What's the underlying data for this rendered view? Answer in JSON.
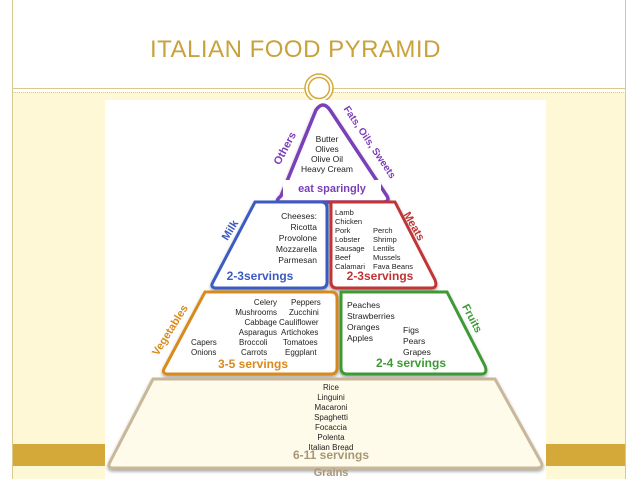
{
  "slide": {
    "title": "ITALIAN FOOD PYRAMID"
  },
  "pyramid": {
    "top": {
      "side_left": "Others",
      "side_right": "Fats, Oils, Sweets",
      "items": [
        "Butter",
        "Olives",
        "Olive Oil",
        "Heavy Cream"
      ],
      "footer": "eat sparingly"
    },
    "milk": {
      "side": "Milk",
      "items": [
        "Cheeses:",
        "Ricotta",
        "Provolone",
        "Mozzarella",
        "Parmesan"
      ],
      "servings": "2-3servings"
    },
    "meats": {
      "side": "Meats",
      "items_left": [
        "Lamb",
        "Chicken",
        "Pork",
        "Lobster",
        "Sausage",
        "Beef",
        "Calamari"
      ],
      "items_right": [
        "Perch",
        "Shrimp",
        "Lentils",
        "Mussels",
        "Fava Beans"
      ],
      "servings": "2-3servings"
    },
    "vegetables": {
      "side": "Vegetables",
      "items_left": [
        "Celery",
        "Mushrooms",
        "Cabbage",
        "Asparagus",
        "Capers",
        "Onions"
      ],
      "items_mid": [
        "Broccoli",
        "Carrots"
      ],
      "items_right": [
        "Peppers",
        "Zucchini",
        "Cauliflower",
        "Artichokes",
        "Tomatoes",
        "Eggplant"
      ],
      "servings": "3-5 servings"
    },
    "fruits": {
      "side": "Fruits",
      "items_left": [
        "Peaches",
        "Strawberries",
        "Oranges",
        "Apples"
      ],
      "items_right": [
        "Figs",
        "Pears",
        "Grapes"
      ],
      "servings": "2-4 servings"
    },
    "grains": {
      "items": [
        "Rice",
        "Linguini",
        "Macaroni",
        "Spaghetti",
        "Focaccia",
        "Polenta",
        "Italian Bread"
      ],
      "servings": "6-11 servings",
      "label": "Grains"
    }
  },
  "colors": {
    "title": "#c8a23a",
    "gold": "#d4a93a",
    "cream": "#fff8d6",
    "purple": "#7a3fb8",
    "blue": "#3b5bc2",
    "red": "#c03434",
    "orange": "#d98a1c",
    "green": "#3d9a35",
    "tan": "#c9b79a"
  }
}
